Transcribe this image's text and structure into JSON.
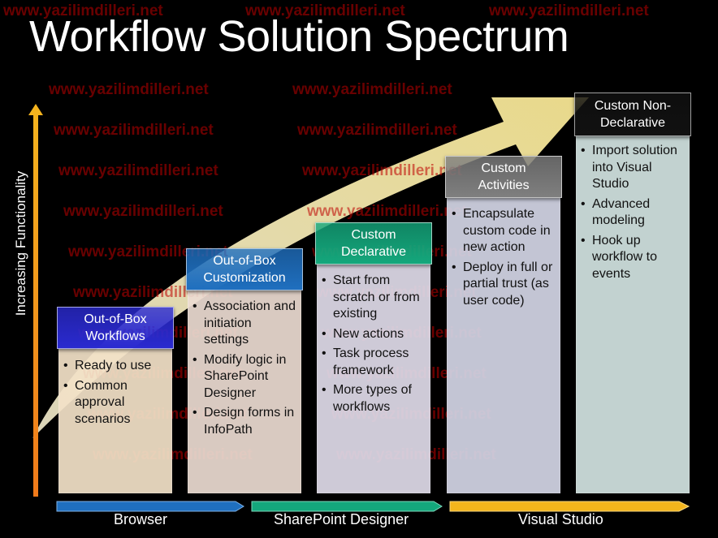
{
  "title": "Workflow Solution Spectrum",
  "watermark": "www.yazilimdilleri.net",
  "axis_label": "Increasing Functionality",
  "columns": [
    {
      "title": "Out-of-Box\nWorkflows",
      "header_color": "#2a2ad0",
      "body_color": "#f3e2c8",
      "bullets": [
        "Ready to use",
        "Common approval scenarios"
      ]
    },
    {
      "title": "Out-of-Box\nCustomization",
      "header_color": "#1f6fbf",
      "body_color": "#ecdcd2",
      "bullets": [
        "Association and initiation settings",
        "Modify logic in SharePoint Designer",
        "Design forms in InfoPath"
      ]
    },
    {
      "title": "Custom\nDeclarative",
      "header_color": "#14a77c",
      "body_color": "#e0dcea",
      "bullets": [
        "Start from scratch or from existing",
        "New actions",
        "Task process framework",
        "More types of workflows"
      ]
    },
    {
      "title": "Custom\nActivities",
      "header_color": "#7f7f7f",
      "body_color": "#d4d6e6",
      "bullets": [
        "Encapsulate custom code in new action",
        "Deploy in full or partial trust (as user code)"
      ]
    },
    {
      "title": "Custom Non-\nDeclarative",
      "header_color": "#111111",
      "body_color": "#d3e4e2",
      "bullets": [
        "Import solution into Visual Studio",
        "Advanced modeling",
        "Hook up workflow to events"
      ]
    }
  ],
  "tools": [
    {
      "label": "Browser",
      "color": "#1f6fbf"
    },
    {
      "label": "SharePoint Designer",
      "color": "#14a77c"
    },
    {
      "label": "Visual Studio",
      "color": "#f3b51c"
    }
  ]
}
